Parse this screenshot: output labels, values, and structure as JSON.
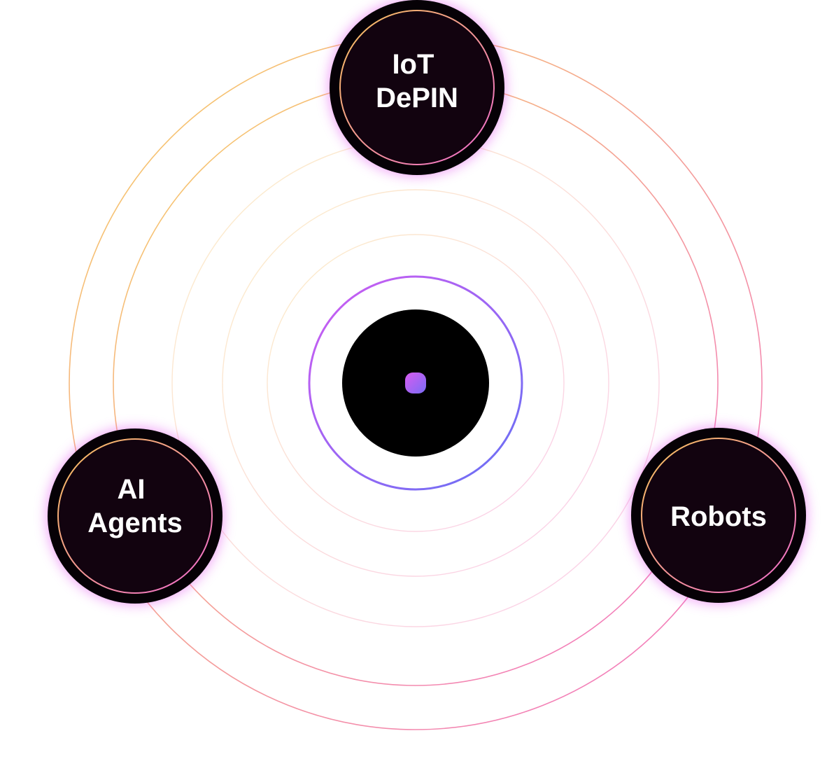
{
  "nodes": {
    "top": {
      "lines": [
        "IoT",
        "DePIN"
      ]
    },
    "left": {
      "lines": [
        "AI",
        "Agents"
      ]
    },
    "right": {
      "lines": [
        "Robots"
      ]
    }
  },
  "colors": {
    "ring_yellow": "#f7d063",
    "ring_pink": "#f272c8",
    "core_ring_purple": "#c85cf2",
    "core_ring_blue": "#6e6cf5",
    "node_fill": "#12030f",
    "node_border": "#060106",
    "node_glow": "#e24cf0",
    "core_fill": "#000000"
  }
}
